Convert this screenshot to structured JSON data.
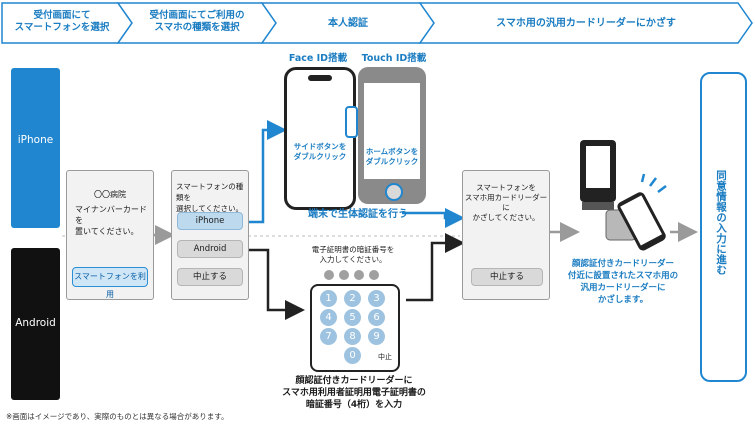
{
  "steps": [
    "受付画面にて\nスマートフォンを選択",
    "受付画面にてご利用の\nスマホの種類を選択",
    "本人認証",
    "スマホ用の汎用カードリーダーにかざす"
  ],
  "rows": {
    "iphone": "iPhone",
    "android": "Android"
  },
  "screen1": {
    "hospital": "〇〇病院",
    "message": "マイナンバーカードを\n置いてください。",
    "button": "スマートフォンを利用"
  },
  "screen2": {
    "message": "スマートフォンの種類を\n選択してください。",
    "iphone_button": "iPhone",
    "android_button": "Android",
    "cancel_button": "中止する"
  },
  "phones": {
    "face_id_label": "Face ID搭載",
    "touch_id_label": "Touch ID搭載",
    "face_id_hint": "サイドボタンを\nダブルクリック",
    "touch_id_hint": "ホームボタンを\nダブルクリック",
    "biometric_caption": "端末で生体認証を行う"
  },
  "pin_screen": {
    "message": "電子証明書の暗証番号を\n入力してください。",
    "keys": [
      "1",
      "2",
      "3",
      "4",
      "5",
      "6",
      "7",
      "8",
      "9",
      "0"
    ],
    "cancel": "中止",
    "caption": "顔認証付きカードリーダーに\nスマホ用利用者証明用電子証明書の\n暗証番号（4桁）を入力"
  },
  "screen4": {
    "message": "スマートフォンを\nスマホ用カードリーダーに\nかざしてください。",
    "cancel_button": "中止する"
  },
  "reader_caption": "顔認証付きカードリーダー\n付近に設置されたスマホ用の\n汎用カードリーダーに\nかざします。",
  "final_step": "同意情報の入力に進む",
  "footnote": "※画面はイメージであり、実際のものとは異なる場合があります。",
  "colors": {
    "header_blue": "#1f86cf",
    "iphone_blue": "#1f86cf",
    "android_black": "#111111",
    "arrow_blue": "#1f86cf",
    "arrow_dark": "#222222"
  }
}
